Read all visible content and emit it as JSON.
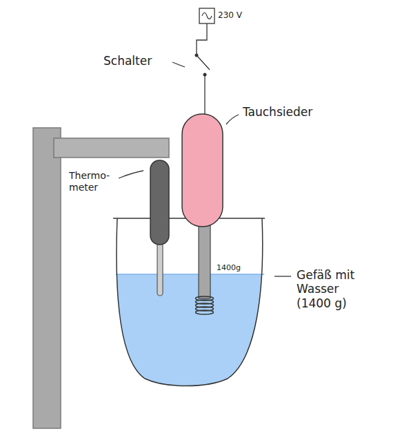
{
  "diagram": {
    "labels": [
      "230 V",
      "Schalter",
      "Tauchsieder",
      "Thermo- meter",
      "1400g",
      "Gefäß mit Wasser (1400 g)"
    ]
  }
}
